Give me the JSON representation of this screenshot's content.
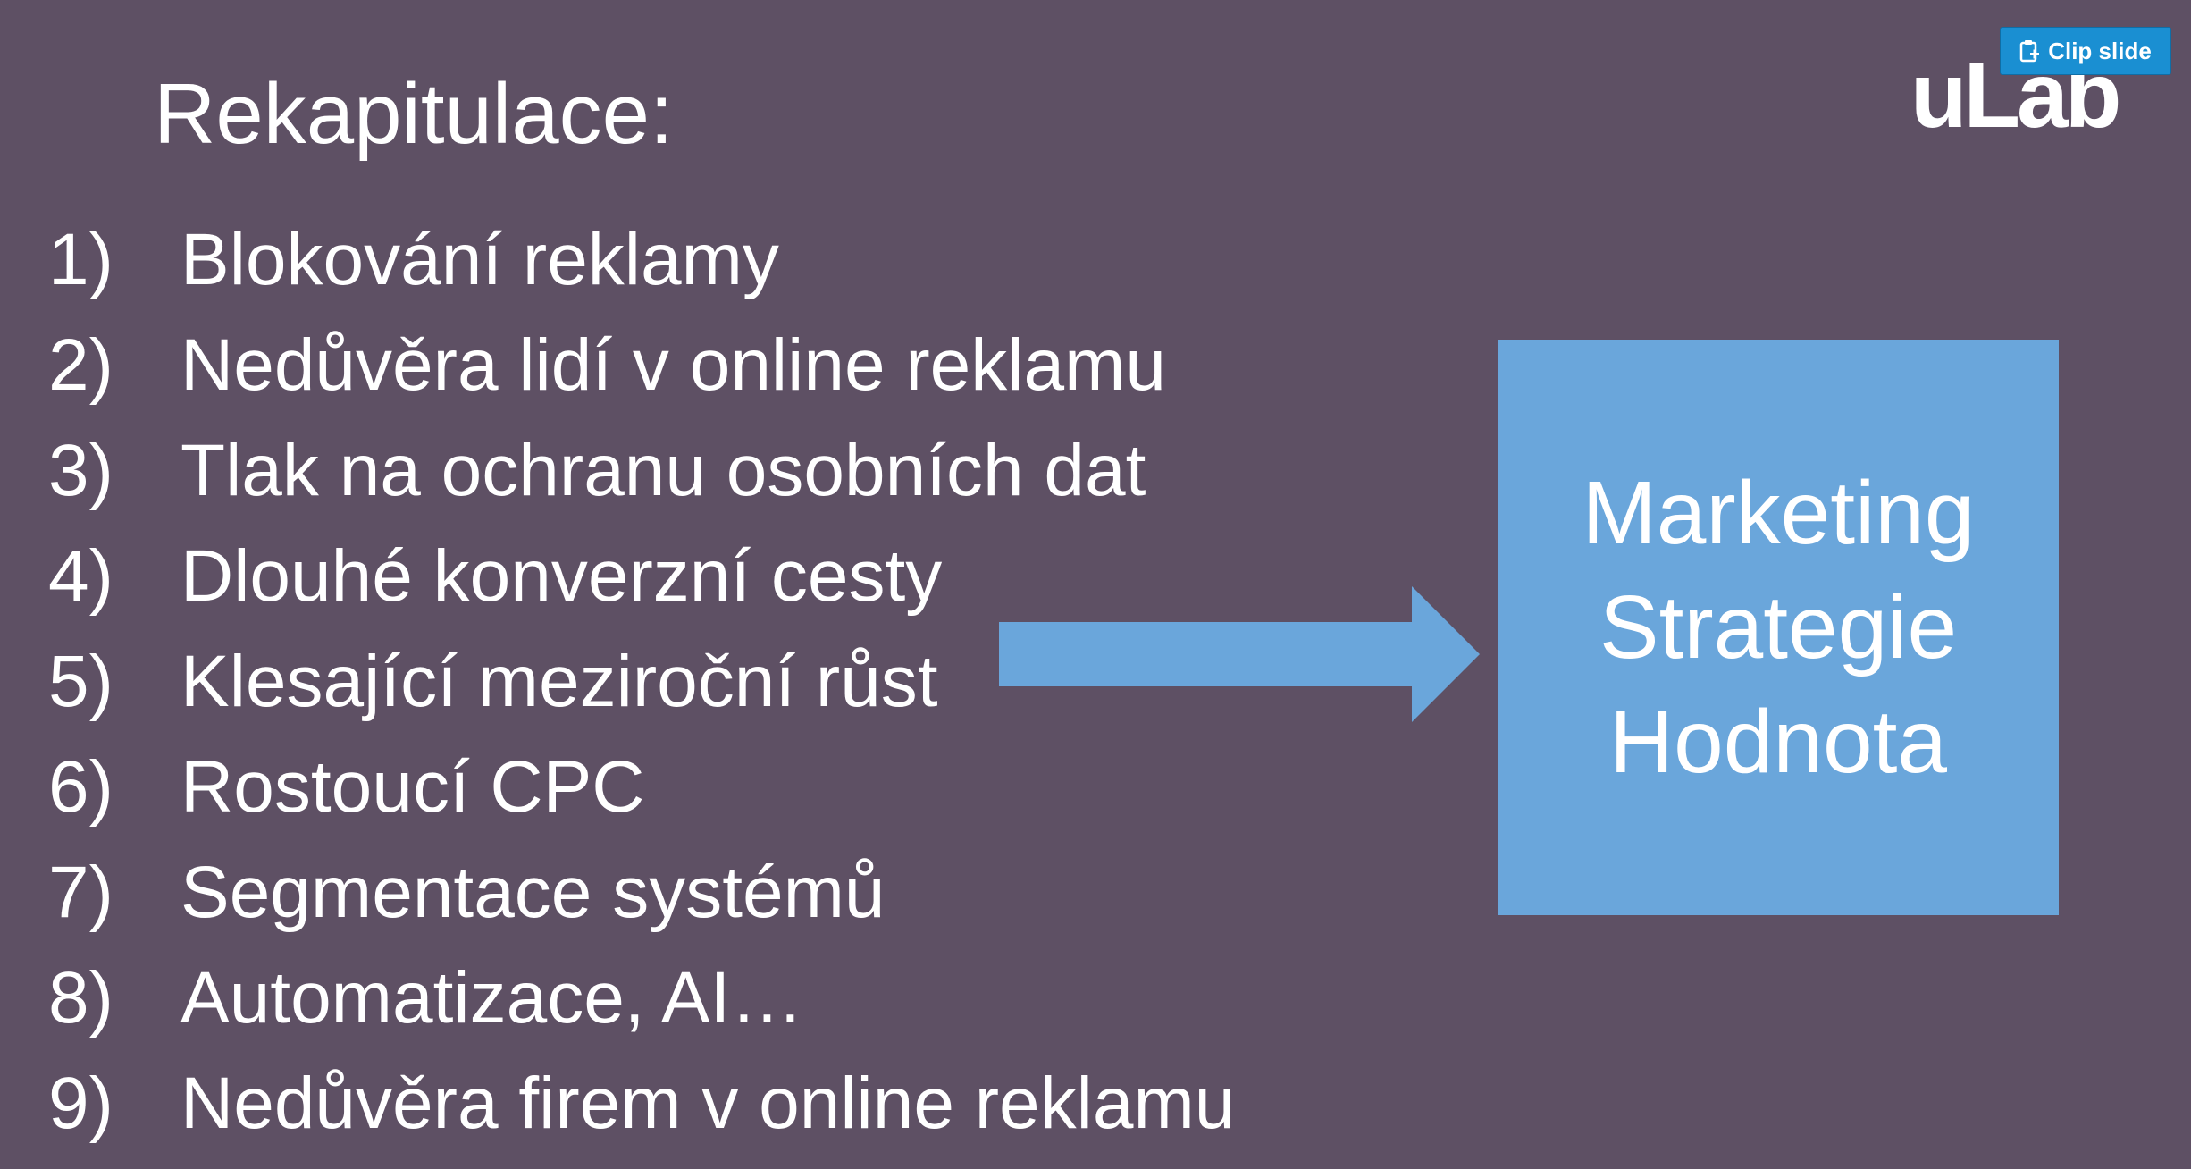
{
  "slide": {
    "title": "Rekapitulace:",
    "items": [
      {
        "num": "1)",
        "text": "Blokování reklamy"
      },
      {
        "num": "2)",
        "text": "Nedůvěra lidí v online reklamu"
      },
      {
        "num": "3)",
        "text": "Tlak na ochranu osobních dat"
      },
      {
        "num": "4)",
        "text": "Dlouhé konverzní cesty"
      },
      {
        "num": "5)",
        "text": "Klesající meziroční růst"
      },
      {
        "num": "6)",
        "text": "Rostoucí CPC"
      },
      {
        "num": "7)",
        "text": "Segmentace systémů"
      },
      {
        "num": "8)",
        "text": "Automatizace, AI…"
      },
      {
        "num": "9)",
        "text": "Nedůvěra firem v online reklamu"
      }
    ],
    "box_lines": [
      "Marketing",
      "Strategie",
      "Hodnota"
    ],
    "logo": "uLab"
  },
  "toolbar": {
    "clip_label": "Clip slide",
    "clip_icon": "clipboard-plus-icon"
  },
  "colors": {
    "background": "#5e5064",
    "box": "#6aa6db",
    "arrow": "#6aa6db",
    "button": "#1a8fd2",
    "text": "#ffffff"
  }
}
